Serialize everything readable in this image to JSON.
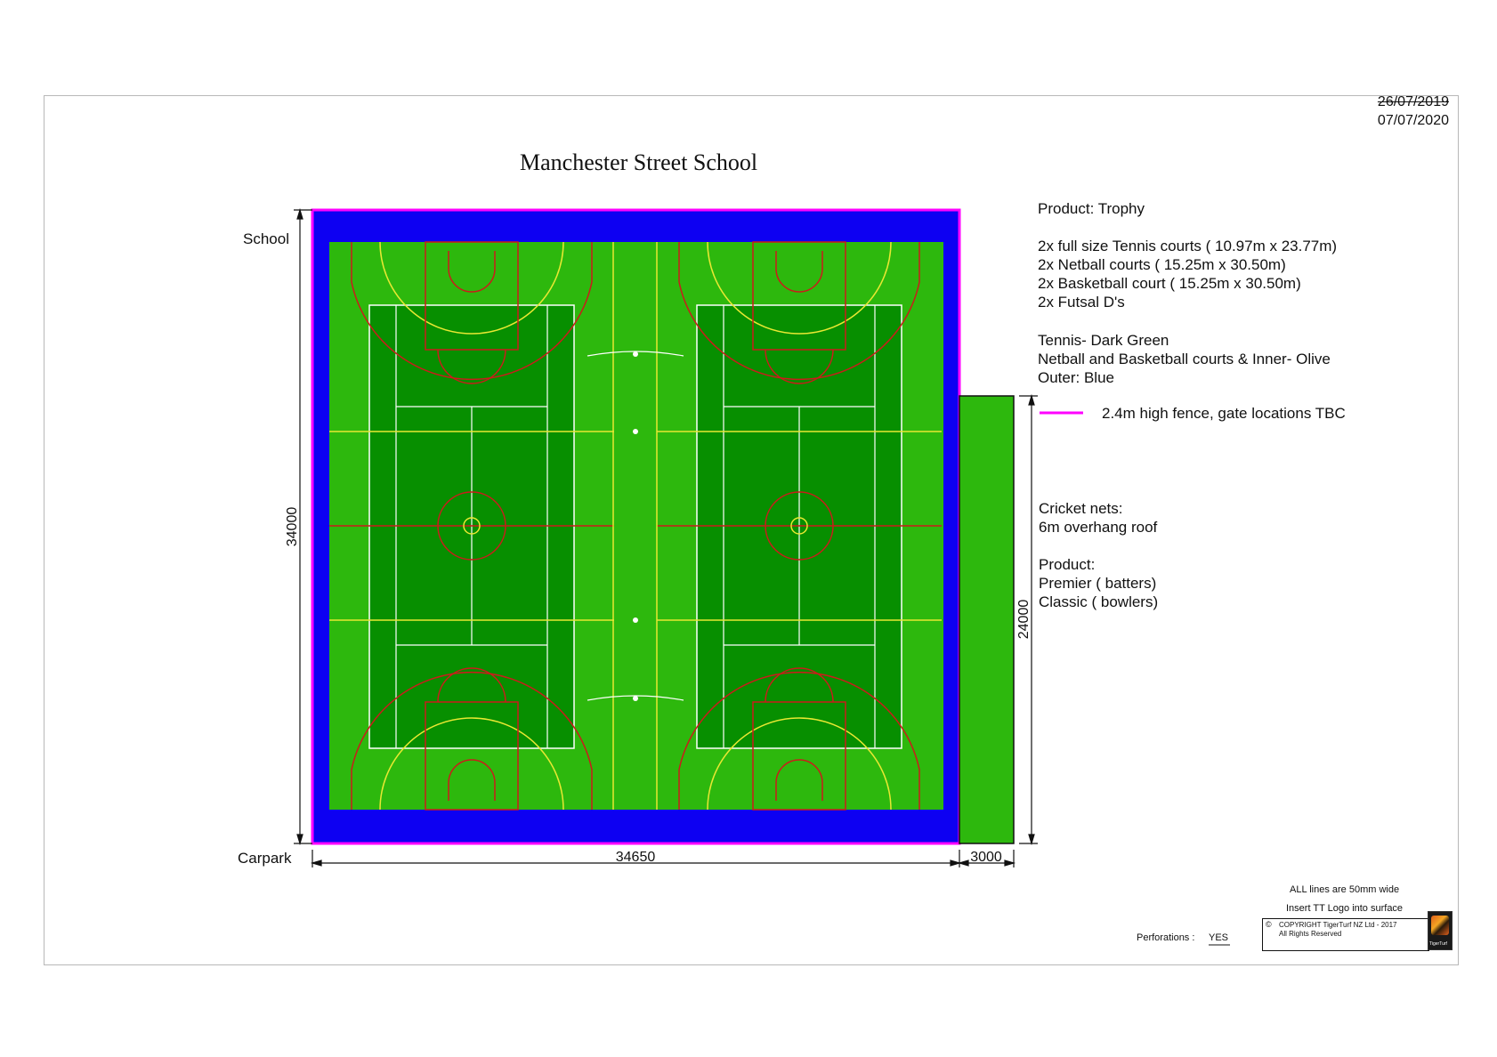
{
  "header": {
    "date_old": "26/07/2019",
    "date_new": "07/07/2020",
    "title": "Manchester Street School"
  },
  "labels": {
    "school": "School",
    "carpark": "Carpark"
  },
  "dimensions": {
    "width_main": "34650",
    "width_side": "3000",
    "height_main": "34000",
    "height_side": "24000"
  },
  "info": {
    "product": "Product: Trophy",
    "courts": [
      "2x full size Tennis courts  ( 10.97m x 23.77m)",
      "2x Netball courts  ( 15.25m x 30.50m)",
      "2x Basketball court  ( 15.25m x 30.50m)",
      "2x Futsal D's"
    ],
    "colors": [
      "Tennis- Dark Green",
      "Netball and Basketball courts & Inner- Olive",
      "Outer: Blue"
    ],
    "fence": "2.4m high fence, gate locations TBC",
    "cricket": [
      "Cricket nets:",
      "6m overhang roof"
    ],
    "cricket_product": [
      "Product:",
      "Premier  ( batters)",
      "Classic  ( bowlers)"
    ]
  },
  "footer": {
    "lines_note": "ALL lines are 50mm wide",
    "logo_note": "Insert TT Logo into surface",
    "perforations_label": "Perforations  :",
    "perforations_value": "YES",
    "copyright": "COPYRIGHT  TigerTurf NZ Ltd - 2017",
    "rights": "All Rights Reserved",
    "copyright_symbol": "©",
    "logo_text": "TigerTurf"
  },
  "colors": {
    "outer": "#0d00f2",
    "olive_green": "#2db80d",
    "tennis_green": "#078f00",
    "fence": "#ff00ff",
    "basketball": "#cc1b1b",
    "netball": "#e8e832",
    "tennis_line": "#ffffff",
    "cricket_green": "#2db80d"
  }
}
